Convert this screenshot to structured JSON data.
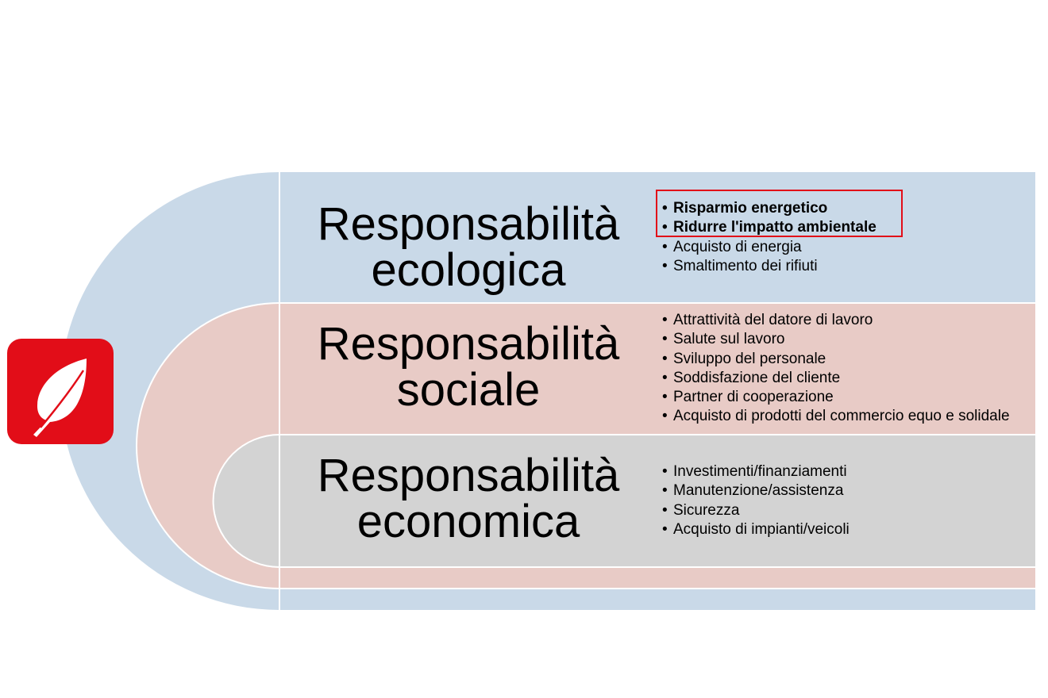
{
  "colors": {
    "ecological": "#c9d9e8",
    "social": "#e8cbc6",
    "economic": "#d3d3d3",
    "accent": "#e20d18"
  },
  "logo": {
    "icon": "leaf-icon"
  },
  "sections": [
    {
      "id": "ecological",
      "title_line1": "Responsabilità",
      "title_line2": "ecologica",
      "items": [
        {
          "label": "Risparmio energetico",
          "highlighted": true
        },
        {
          "label": "Ridurre l'impatto ambientale",
          "highlighted": true
        },
        {
          "label": "Acquisto di energia",
          "highlighted": false
        },
        {
          "label": "Smaltimento dei rifiuti",
          "highlighted": false
        }
      ]
    },
    {
      "id": "social",
      "title_line1": "Responsabilità",
      "title_line2": "sociale",
      "items": [
        {
          "label": "Attrattività del datore di lavoro"
        },
        {
          "label": "Salute sul lavoro"
        },
        {
          "label": "Sviluppo del personale"
        },
        {
          "label": "Soddisfazione del cliente"
        },
        {
          "label": "Partner di cooperazione"
        },
        {
          "label": "Acquisto di prodotti del commercio equo e solidale"
        }
      ]
    },
    {
      "id": "economic",
      "title_line1": "Responsabilità",
      "title_line2": "economica",
      "items": [
        {
          "label": "Investimenti/finanziamenti"
        },
        {
          "label": "Manutenzione/assistenza"
        },
        {
          "label": "Sicurezza"
        },
        {
          "label": "Acquisto di impianti/veicoli"
        }
      ]
    }
  ]
}
